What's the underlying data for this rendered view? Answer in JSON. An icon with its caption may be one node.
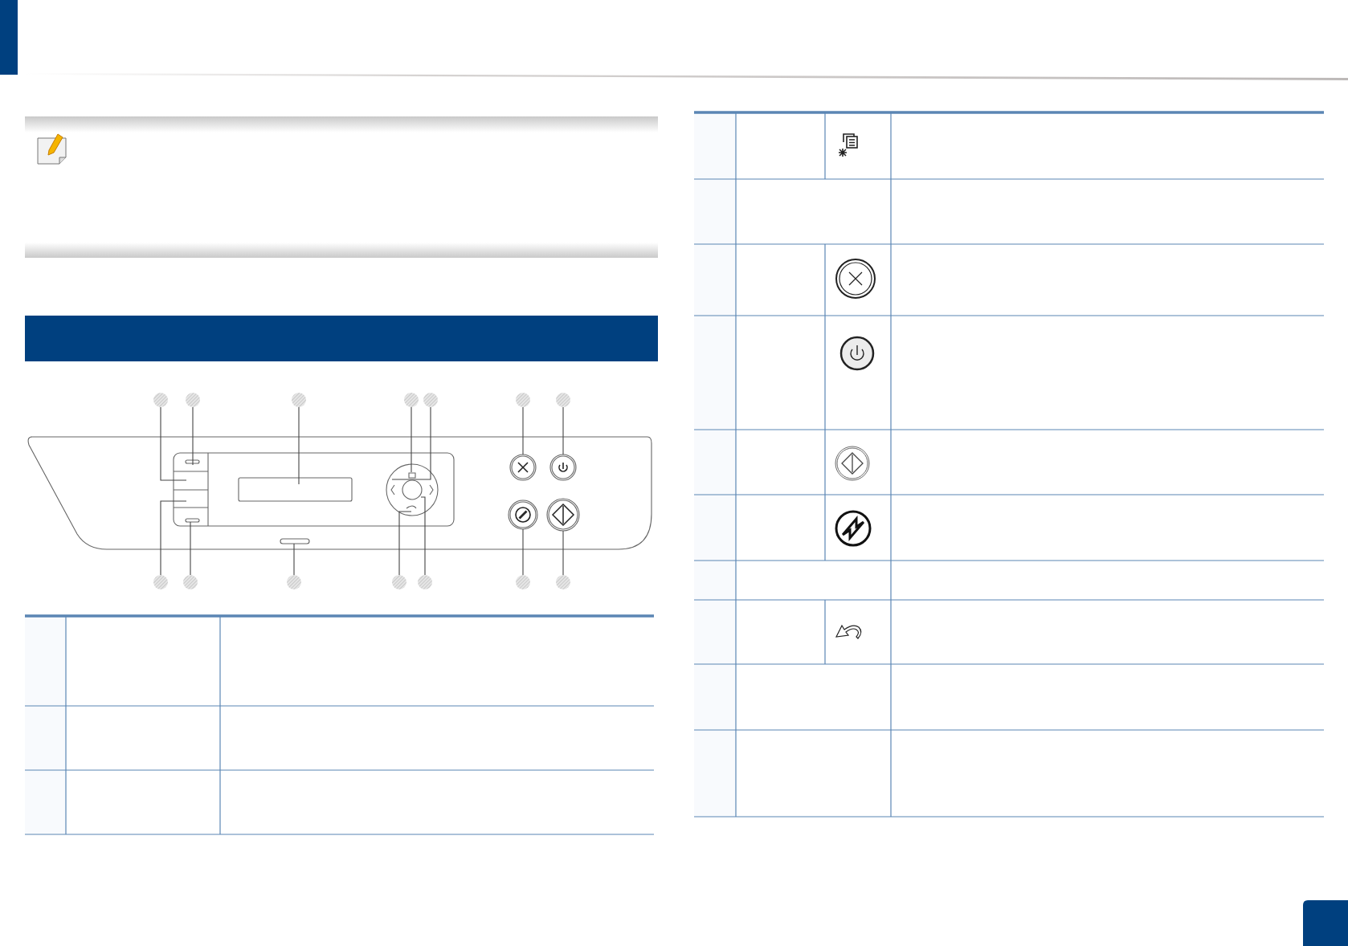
{
  "diagram": {
    "nodes": [
      {
        "text": [],
        "shape": "circle"
      },
      {
        "text": [],
        "shape": "circle"
      },
      {
        "text": [],
        "shape": "circle"
      },
      {
        "text": [],
        "shape": "circle"
      },
      {
        "text": [],
        "shape": "circle"
      },
      {
        "text": [],
        "shape": "circle"
      },
      {
        "text": [],
        "shape": "circle"
      },
      {
        "text": [],
        "shape": "circle"
      },
      {
        "text": [],
        "shape": "circle"
      },
      {
        "text": [],
        "shape": "circle"
      },
      {
        "text": [],
        "shape": "circle"
      },
      {
        "text": [],
        "shape": "circle"
      },
      {
        "text": [],
        "shape": "circle"
      },
      {
        "text": [],
        "shape": "circle"
      },
      {
        "text": [],
        "shape": "bar"
      }
    ],
    "edges": [
      {
        "from": 0,
        "to": null,
        "arrow": "none"
      },
      {
        "from": 1,
        "to": null,
        "arrow": "none"
      },
      {
        "from": 2,
        "to": null,
        "arrow": "none"
      },
      {
        "from": 3,
        "to": null,
        "arrow": "none"
      },
      {
        "from": 4,
        "to": null,
        "arrow": "none"
      },
      {
        "from": 5,
        "to": null,
        "arrow": "none"
      },
      {
        "from": 6,
        "to": null,
        "arrow": "none"
      },
      {
        "from": 7,
        "to": null,
        "arrow": "none"
      },
      {
        "from": 8,
        "to": null,
        "arrow": "none"
      },
      {
        "from": 9,
        "to": null,
        "arrow": "none"
      },
      {
        "from": 10,
        "to": null,
        "arrow": "none"
      },
      {
        "from": 11,
        "to": null,
        "arrow": "none"
      },
      {
        "from": 12,
        "to": null,
        "arrow": "none"
      },
      {
        "from": 13,
        "to": null,
        "arrow": "none"
      }
    ]
  }
}
